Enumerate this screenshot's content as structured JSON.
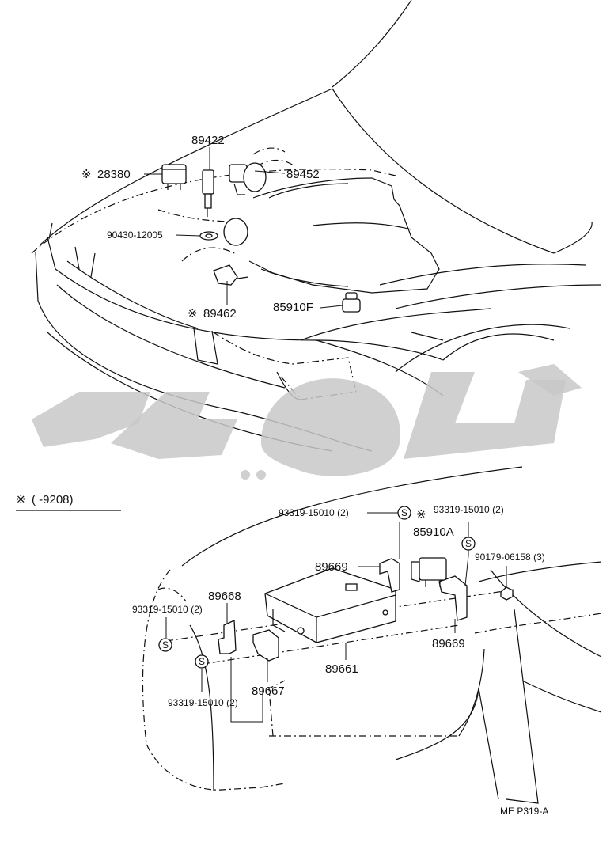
{
  "labels": {
    "l89422": "89422",
    "l28380": "28380",
    "l89452": "89452",
    "l90430": "90430-12005",
    "l89462": "89462",
    "l85910F": "85910F",
    "note": "(      -9208)",
    "l93319_a": "93319-15010 (2)",
    "l93319_b": "93319-15010 (2)",
    "l85910A": "85910A",
    "l89669_a": "89669",
    "l90179": "90179-06158 (3)",
    "l89668": "89668",
    "l93319_c": "93319-15010 (2)",
    "l89669_b": "89669",
    "l89661": "89661",
    "l89667": "89667",
    "l93319_d": "93319-15010 (2)",
    "code": "ME P319-A"
  },
  "symbols": {
    "kome": "※",
    "screw": "S"
  }
}
